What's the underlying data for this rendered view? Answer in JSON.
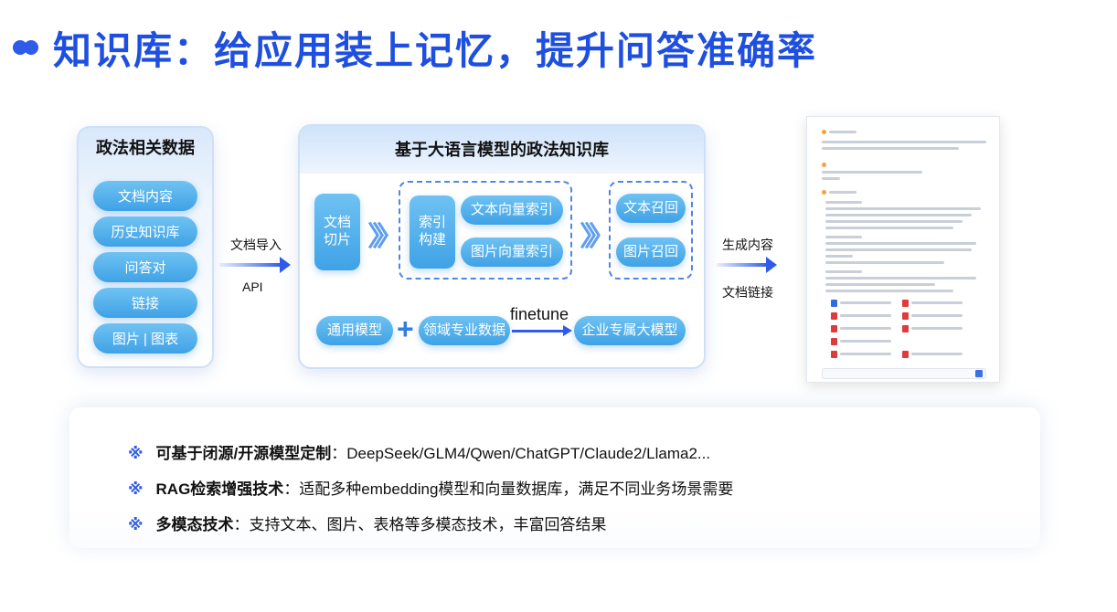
{
  "title": "知识库：给应用装上记忆，提升问答准确率",
  "left_panel": {
    "heading": "政法相关数据",
    "items": [
      "文档内容",
      "历史知识库",
      "问答对",
      "链接",
      "图片 | 图表"
    ]
  },
  "import": {
    "top_label": "文档导入",
    "bottom_label": "API"
  },
  "main_panel": {
    "heading": "基于大语言模型的政法知识库",
    "chunk": "文档\n切片",
    "index": "索引\n构建",
    "text_vector_index": "文本向量索引",
    "image_vector_index": "图片向量索引",
    "text_recall": "文本召回",
    "image_recall": "图片召回",
    "general_model": "通用模型",
    "domain_data": "领域专业数据",
    "finetune": "finetune",
    "enterprise_model": "企业专属大模型"
  },
  "output": {
    "top_label": "生成内容",
    "bottom_label": "文档链接"
  },
  "features": [
    {
      "mark": "※",
      "bold": "可基于闭源/开源模型定制",
      "text": "：DeepSeek/GLM4/Qwen/ChatGPT/Claude2/Llama2..."
    },
    {
      "mark": "※",
      "bold": "RAG检索增强技术",
      "text": "：适配多种embedding模型和向量数据库，满足不同业务场景需要"
    },
    {
      "mark": "※",
      "bold": "多模态技术",
      "text": "：支持文本、图片、表格等多模态技术，丰富回答结果"
    }
  ],
  "colors": {
    "accent": "#1f4fe0",
    "box_top": "#6fc2f2",
    "box_bottom": "#3fa2e6",
    "dashed": "#4f86e8",
    "pdf_icon": "#e03b3b",
    "doc_icon": "#2f6be0"
  }
}
